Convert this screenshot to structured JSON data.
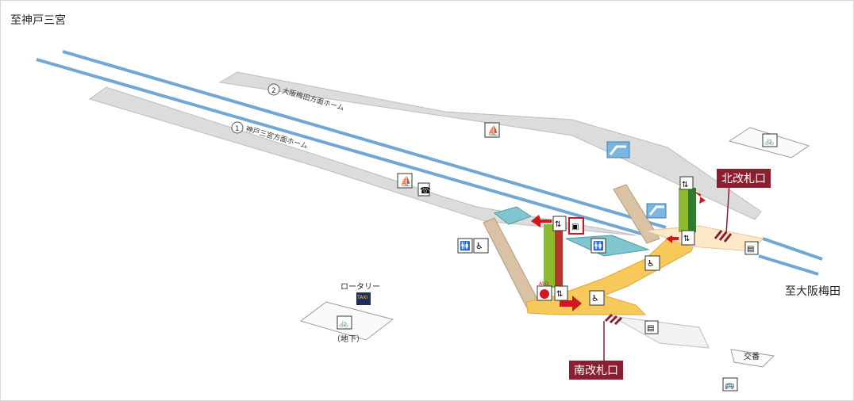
{
  "directions": {
    "to_kobe": "至神戸三宮",
    "to_umeda": "至大阪梅田"
  },
  "platforms": {
    "p2_number": "2",
    "p2_name": "大阪梅田方面ホーム",
    "p1_number": "1",
    "p1_name": "神戸三宮方面ホーム"
  },
  "gates": {
    "north": "北改札口",
    "south": "南改札口"
  },
  "rotary": {
    "label": "ロータリー",
    "taxi": "TAXI",
    "underground": "（地下）"
  },
  "koban": "交番",
  "aed": "AED",
  "colors": {
    "track": "#6fa8d6",
    "platform": "#dcdcdc",
    "concourse": "#f7c85a",
    "gate_label": "#8b1f2f",
    "arrow": "#d0171f",
    "elevator_green": "#8dbb2f",
    "waiting_room": "#7fc6cf"
  },
  "icons": [
    "restroom-icon",
    "accessible-icon",
    "elevator-icon",
    "escalator-icon",
    "phone-icon",
    "bicycle-icon",
    "bus-icon",
    "taxi-icon",
    "ticket-machine-icon",
    "aed-icon",
    "stairs-icon",
    "waiting-room-icon"
  ]
}
